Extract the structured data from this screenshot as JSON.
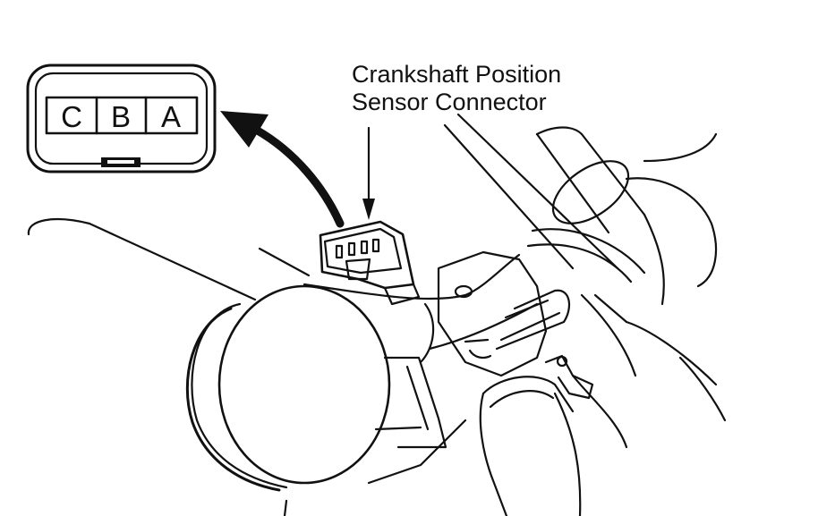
{
  "diagram": {
    "callout_line1": "Crankshaft Position",
    "callout_line2": "Sensor Connector",
    "connector_pins": [
      "C",
      "B",
      "A"
    ]
  },
  "colors": {
    "ink": "#111111",
    "paper": "#ffffff"
  }
}
